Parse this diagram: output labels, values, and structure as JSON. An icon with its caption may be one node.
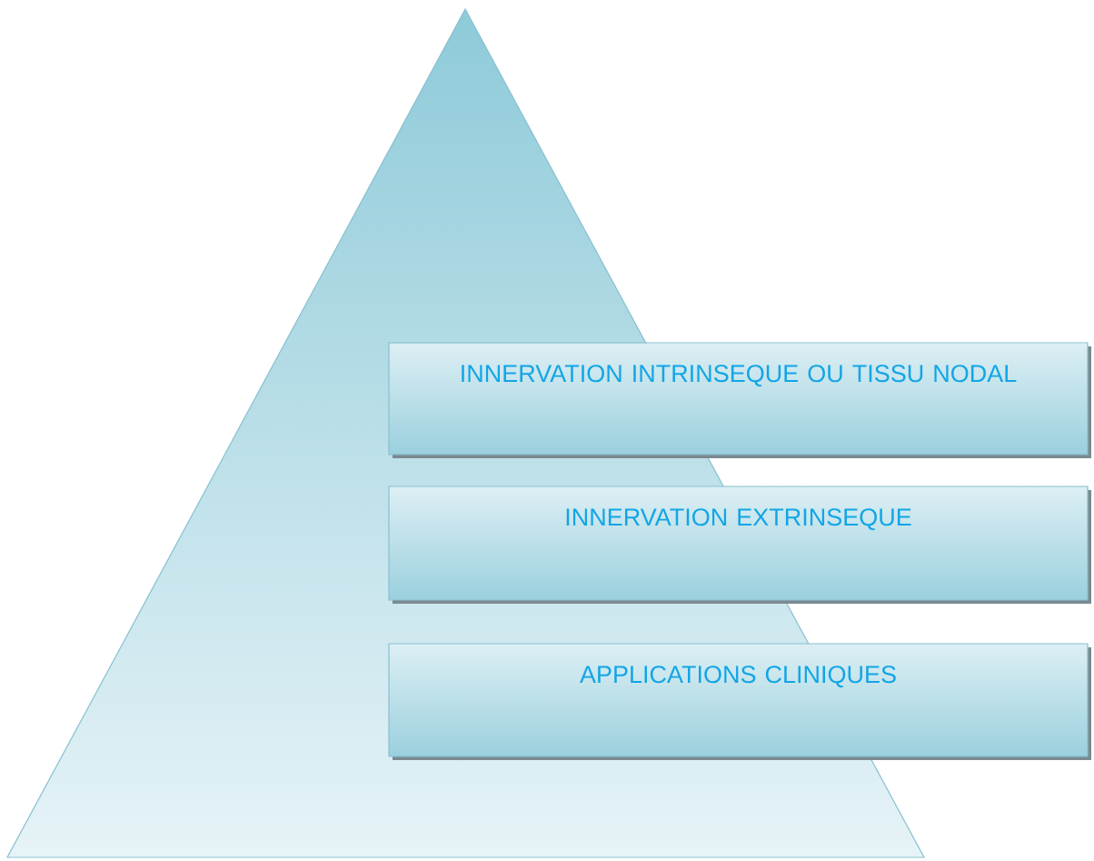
{
  "diagram": {
    "nodes": [
      {
        "text": [],
        "shape": "triangle"
      },
      {
        "text": [
          "INNERVATION INTRINSEQUE OU TISSU NODAL"
        ]
      },
      {
        "text": [
          "INNERVATION EXTRINSEQUE"
        ]
      },
      {
        "text": [
          "APPLICATIONS CLINIQUES"
        ]
      }
    ],
    "edges": []
  }
}
